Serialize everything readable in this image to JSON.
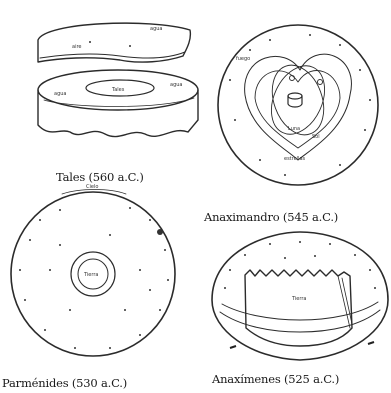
{
  "figure": {
    "panels": [
      {
        "id": "tales",
        "caption": "Tales (560 a.C.)",
        "center_label": "Tales"
      },
      {
        "id": "anaximandro",
        "caption": "Anaximandro (545 a.C.)"
      },
      {
        "id": "parmenides",
        "caption": "Parménides (530 a.C.)",
        "center_label": "Tierra",
        "top_label": "Cielo"
      },
      {
        "id": "anaximenes",
        "caption": "Anaxímenes (525 a.C.)"
      }
    ]
  }
}
